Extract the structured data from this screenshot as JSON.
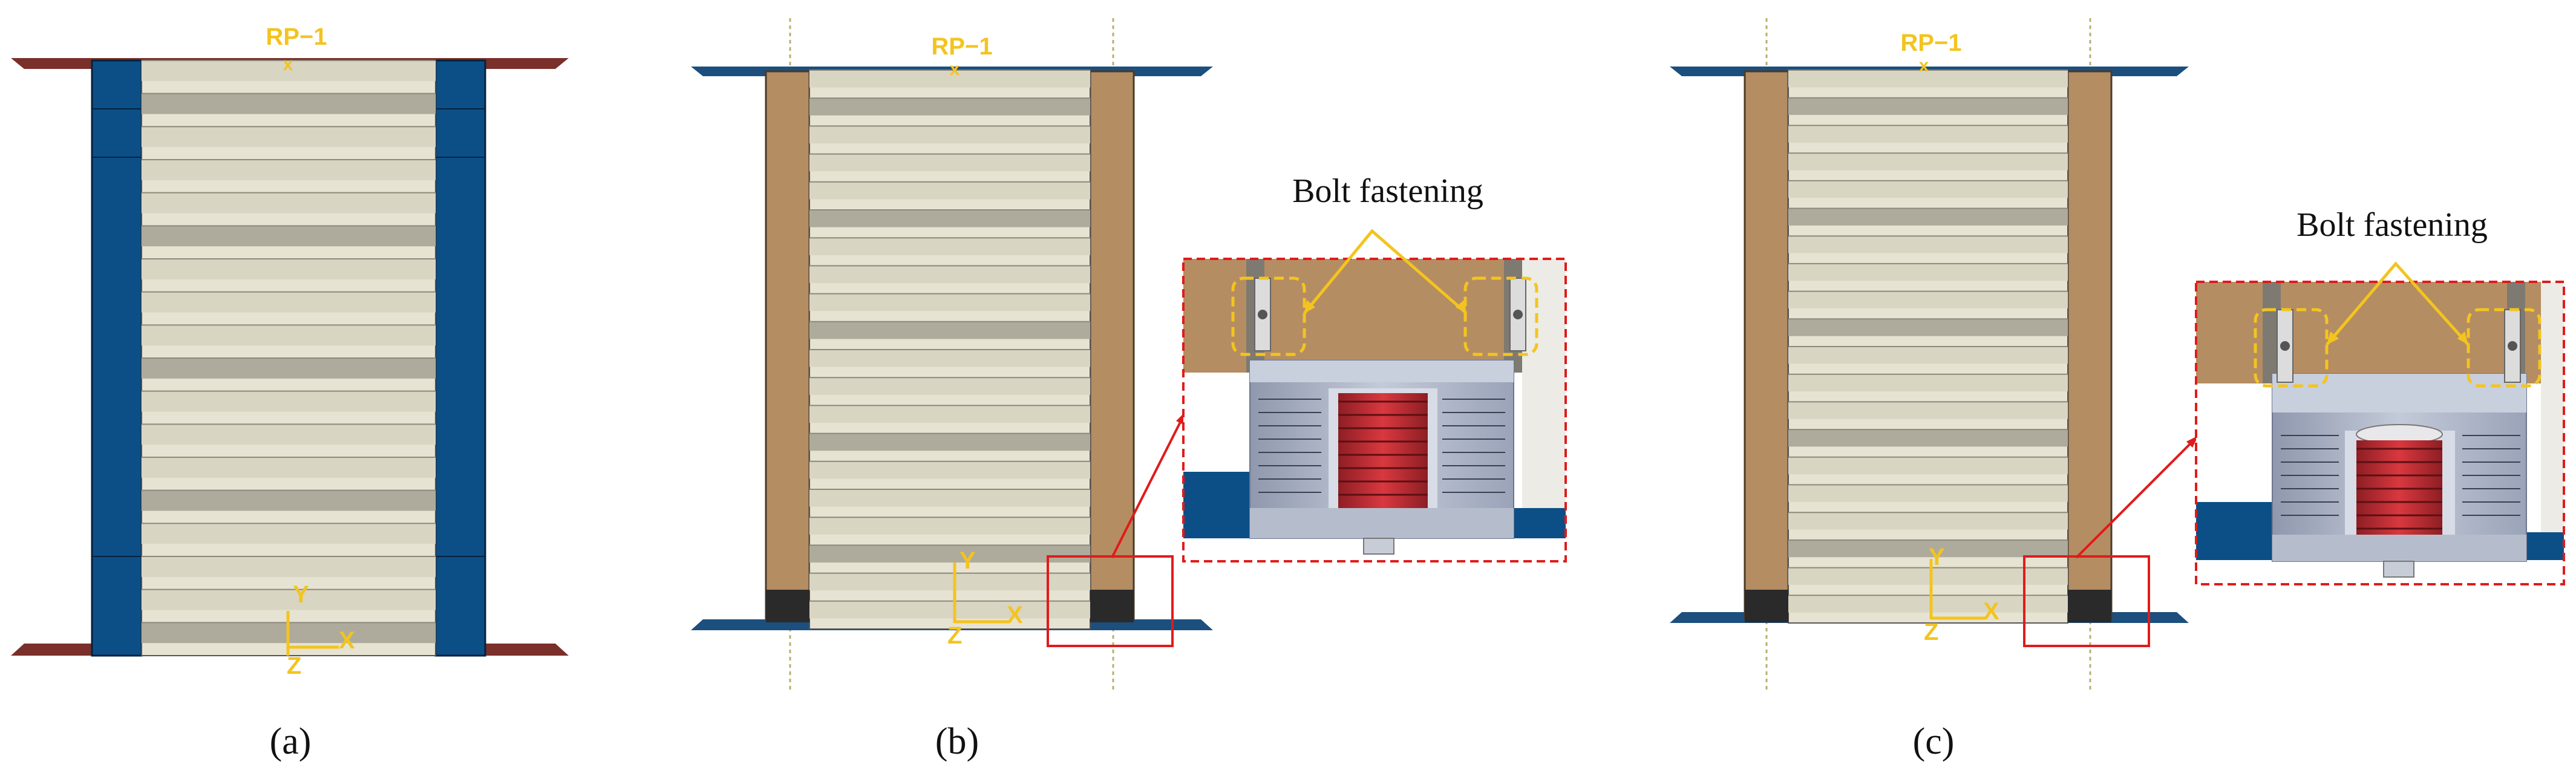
{
  "panels": [
    {
      "id": "a",
      "caption": "(a)",
      "reference_point": "RP−1",
      "axis_labels": {
        "y": "Y",
        "x": "X",
        "z": "Z"
      }
    },
    {
      "id": "b",
      "caption": "(b)",
      "reference_point": "RP−1",
      "axis_labels": {
        "y": "Y",
        "x": "X",
        "z": "Z"
      },
      "detail_label": "Bolt fastening"
    },
    {
      "id": "c",
      "caption": "(c)",
      "reference_point": "RP−1",
      "axis_labels": {
        "y": "Y",
        "x": "X",
        "z": "Z"
      },
      "detail_label": "Bolt fastening"
    }
  ],
  "colors": {
    "steel_plate_a": "#7a2f2a",
    "steel_plate_bc": "#1c4f7d",
    "column_blue": "#0c4f86",
    "column_wood": "#b58d62",
    "panel_light": "#e7e3d2",
    "panel_dark": "#aeab9c",
    "highlight_yellow": "#f3c420",
    "detail_red": "#e01b1b",
    "bearing_red": "#c3242c",
    "housing_grey": "#a9b2c6"
  }
}
